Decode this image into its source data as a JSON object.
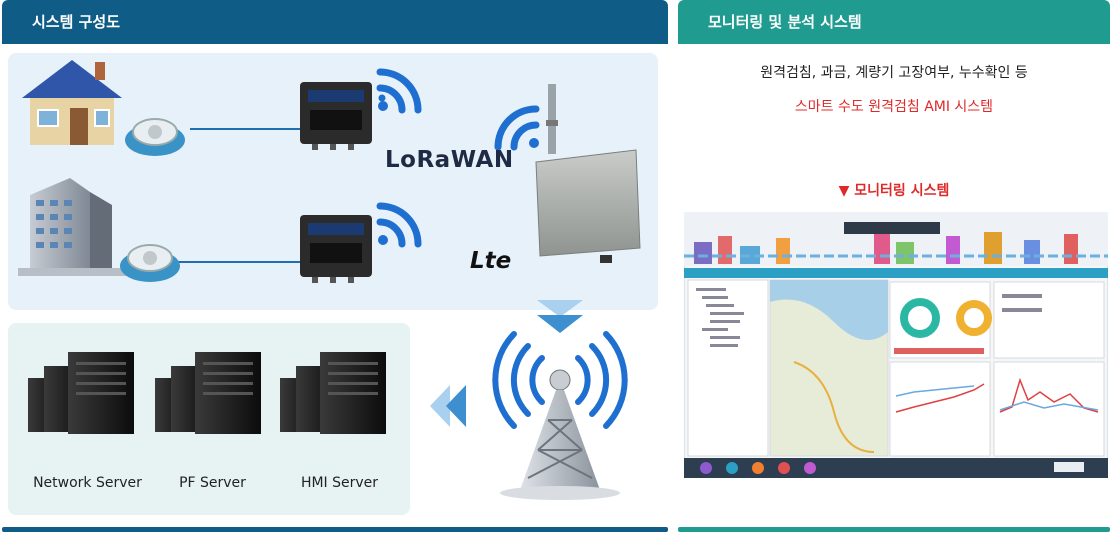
{
  "headers": {
    "system_diagram": "시스템 구성도",
    "monitoring_system": "모니터링 및 분석 시스템"
  },
  "network": {
    "lorawan": "LoRaWAN",
    "lte": "Lte"
  },
  "servers": [
    {
      "label": "Network Server"
    },
    {
      "label": "PF Server"
    },
    {
      "label": "HMI Server"
    }
  ],
  "monitoring": {
    "features": "원격검침, 과금, 계량기 고장여부, 누수확인 등",
    "ami_title": "스마트 수도 원격검침 AMI 시스템",
    "monitor_title": "▼ 모니터링 시스템"
  },
  "colors": {
    "header_left": "#0f5d86",
    "header_right": "#1f9b90",
    "accent_red": "#e02a2a",
    "wifi_blue": "#1e6fd0"
  }
}
